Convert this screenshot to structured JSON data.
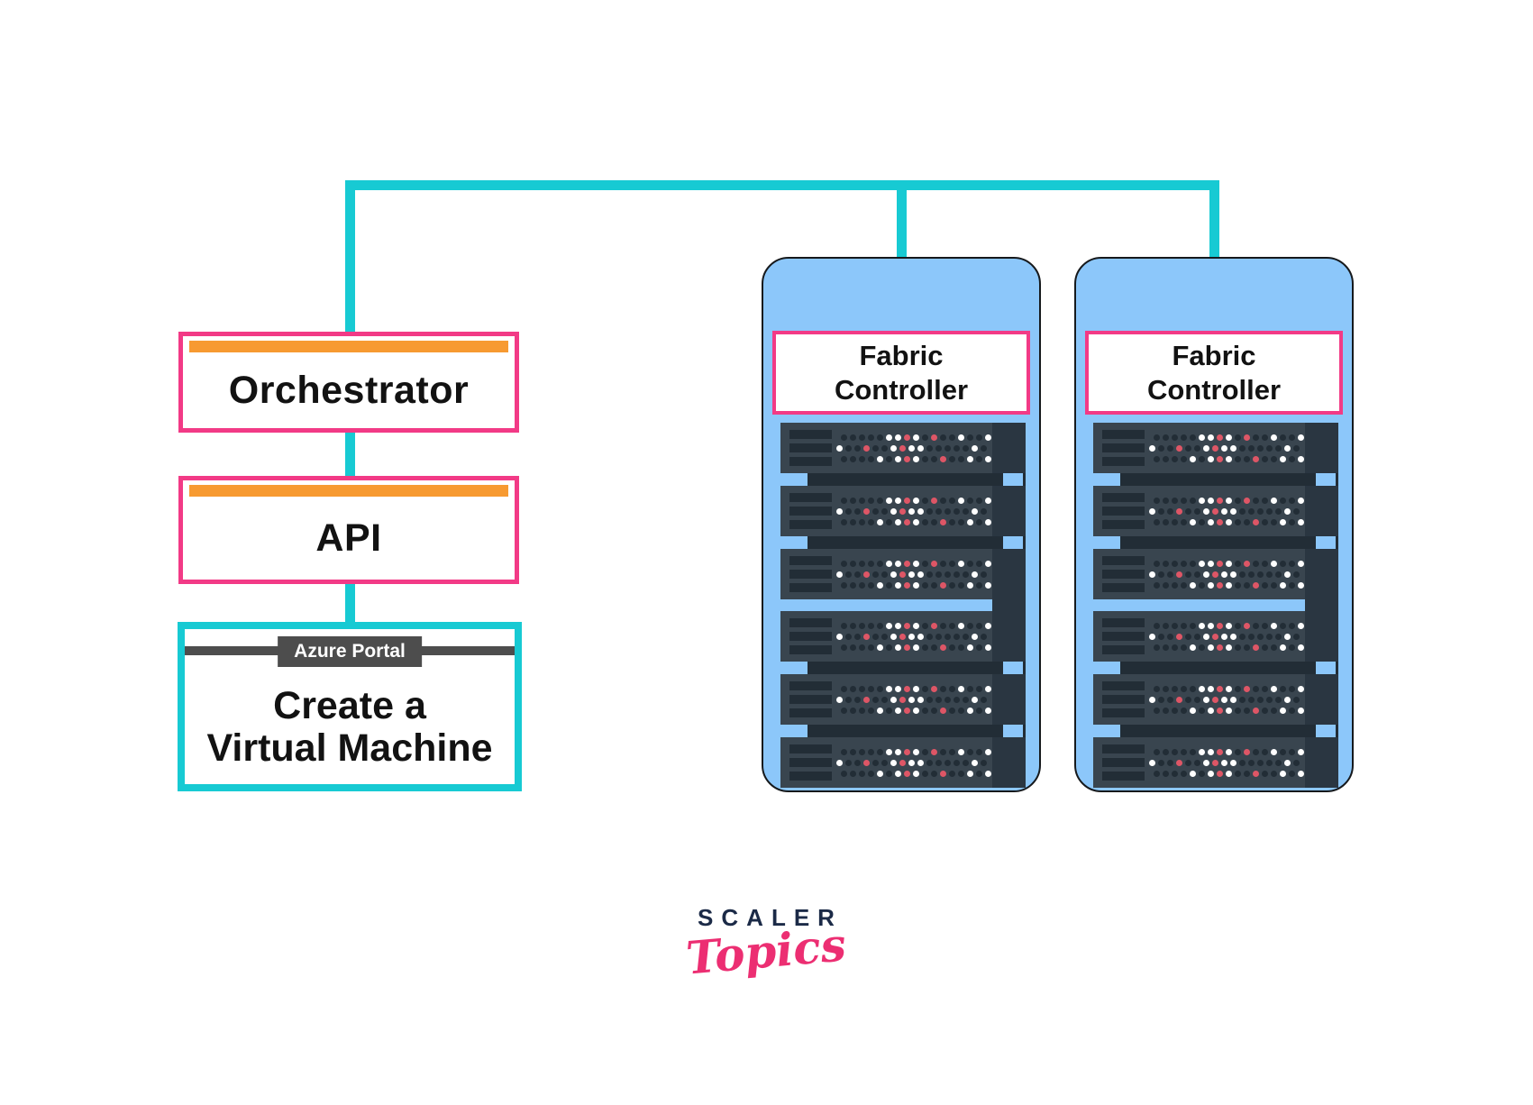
{
  "palette": {
    "connector_cyan": "#17CAD3",
    "box_border_pink": "#F23A86",
    "box_accent_orange": "#F79A31",
    "portal_gray": "#4D4D4D",
    "rack_blue": "#8CC7FA",
    "rack_unit_body": "#39454F",
    "rack_unit_dark": "#222D36",
    "rack_unit_tail": "#2A3641",
    "dot_red": "#DE5666",
    "dot_white": "#FFFFFF",
    "logo_navy": "#1B2A47",
    "logo_pink": "#EC2E72"
  },
  "flow": {
    "orchestrator": {
      "label": "Orchestrator"
    },
    "api": {
      "label": "API"
    },
    "create_vm": {
      "tag": "Azure Portal",
      "label_line1": "Create a",
      "label_line2": "Virtual Machine"
    }
  },
  "racks": [
    {
      "label_line1": "Fabric",
      "label_line2": "Controller"
    },
    {
      "label_line1": "Fabric",
      "label_line2": "Controller"
    }
  ],
  "rack_unit": {
    "units_per_rack": 6,
    "layout": [
      "unit",
      "strip",
      "unit",
      "strip",
      "unit",
      "gap",
      "unit",
      "strip",
      "unit",
      "strip",
      "unit"
    ],
    "dot_rows": [
      "dddddwwrwdrddwddw",
      "wddrddwrwwdddddwd",
      "ddddwdwrwddrddwdw"
    ]
  },
  "logo": {
    "line1": "SCALER",
    "line2": "Topics"
  }
}
